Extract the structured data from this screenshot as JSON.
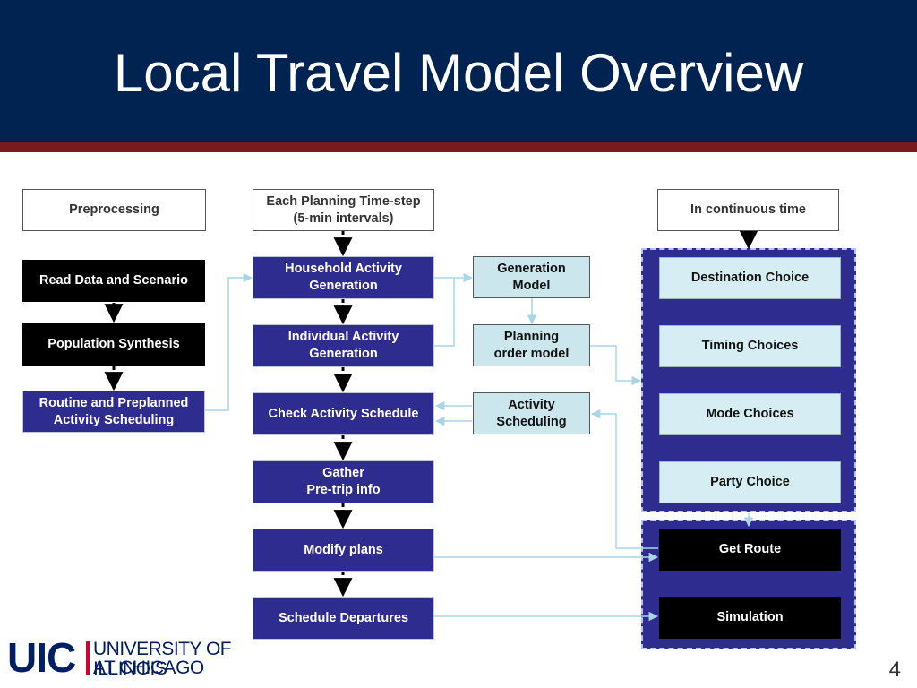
{
  "title": "Local Travel Model Overview",
  "headers": {
    "preprocessing": "Preprocessing",
    "time_step_line1": "Each Planning Time-step",
    "time_step_line2": "(5-min intervals)",
    "continuous": "In continuous time"
  },
  "preprocessing": {
    "read_data": "Read Data and Scenario",
    "population": "Population Synthesis",
    "routine_line1": "Routine and Preplanned",
    "routine_line2": "Activity Scheduling"
  },
  "time_step": {
    "household_line1": "Household Activity",
    "household_line2": "Generation",
    "individual_line1": "Individual Activity",
    "individual_line2": "Generation",
    "check": "Check Activity Schedule",
    "gather_line1": "Gather",
    "gather_line2": "Pre-trip info",
    "modify": "Modify plans",
    "schedule": "Schedule Departures"
  },
  "models": {
    "generation_line1": "Generation",
    "generation_line2": "Model",
    "planning_line1": "Planning",
    "planning_line2": "order model",
    "activity_line1": "Activity",
    "activity_line2": "Scheduling"
  },
  "continuous": {
    "destination": "Destination Choice",
    "timing": "Timing Choices",
    "mode": "Mode Choices",
    "party": "Party Choice",
    "route": "Get Route",
    "simulation": "Simulation"
  },
  "footer": {
    "logo_mark": "UIC",
    "logo_line1": "UNIVERSITY OF ILLINOIS",
    "logo_line2": "AT CHICAGO",
    "page_number": "4"
  },
  "colors": {
    "header_bg": "#012351",
    "header_stripe": "#7a1a1f",
    "process_blue": "#2e2c8e",
    "model_light": "#cbe6ec",
    "connector": "#a9d6e5"
  }
}
